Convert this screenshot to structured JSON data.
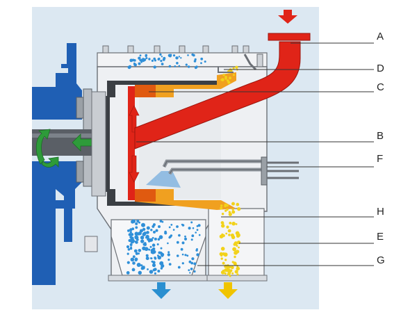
{
  "colors": {
    "background_panel": "#dce8f2",
    "housing_fill": "#f2f3f5",
    "housing_stroke": "#6b6f75",
    "feed_pipe": "#e02418",
    "drive_blue": "#1f5fb4",
    "shaft_grey": "#5a5f66",
    "green_arrow": "#2e9b3a",
    "cake_orange": "#f0a020",
    "cake_dark_orange": "#e05a10",
    "wash_blue": "#8ab8e0",
    "liquid_dots": "#2f8fd8",
    "solids_dots": "#f2d21a",
    "outlet_blue_arrow": "#2a8fd0",
    "outlet_yellow_arrow": "#f0c400"
  },
  "callouts": {
    "A": "A",
    "B": "B",
    "C": "C",
    "D": "D",
    "E": "E",
    "F": "F",
    "G": "G",
    "H": "H"
  }
}
